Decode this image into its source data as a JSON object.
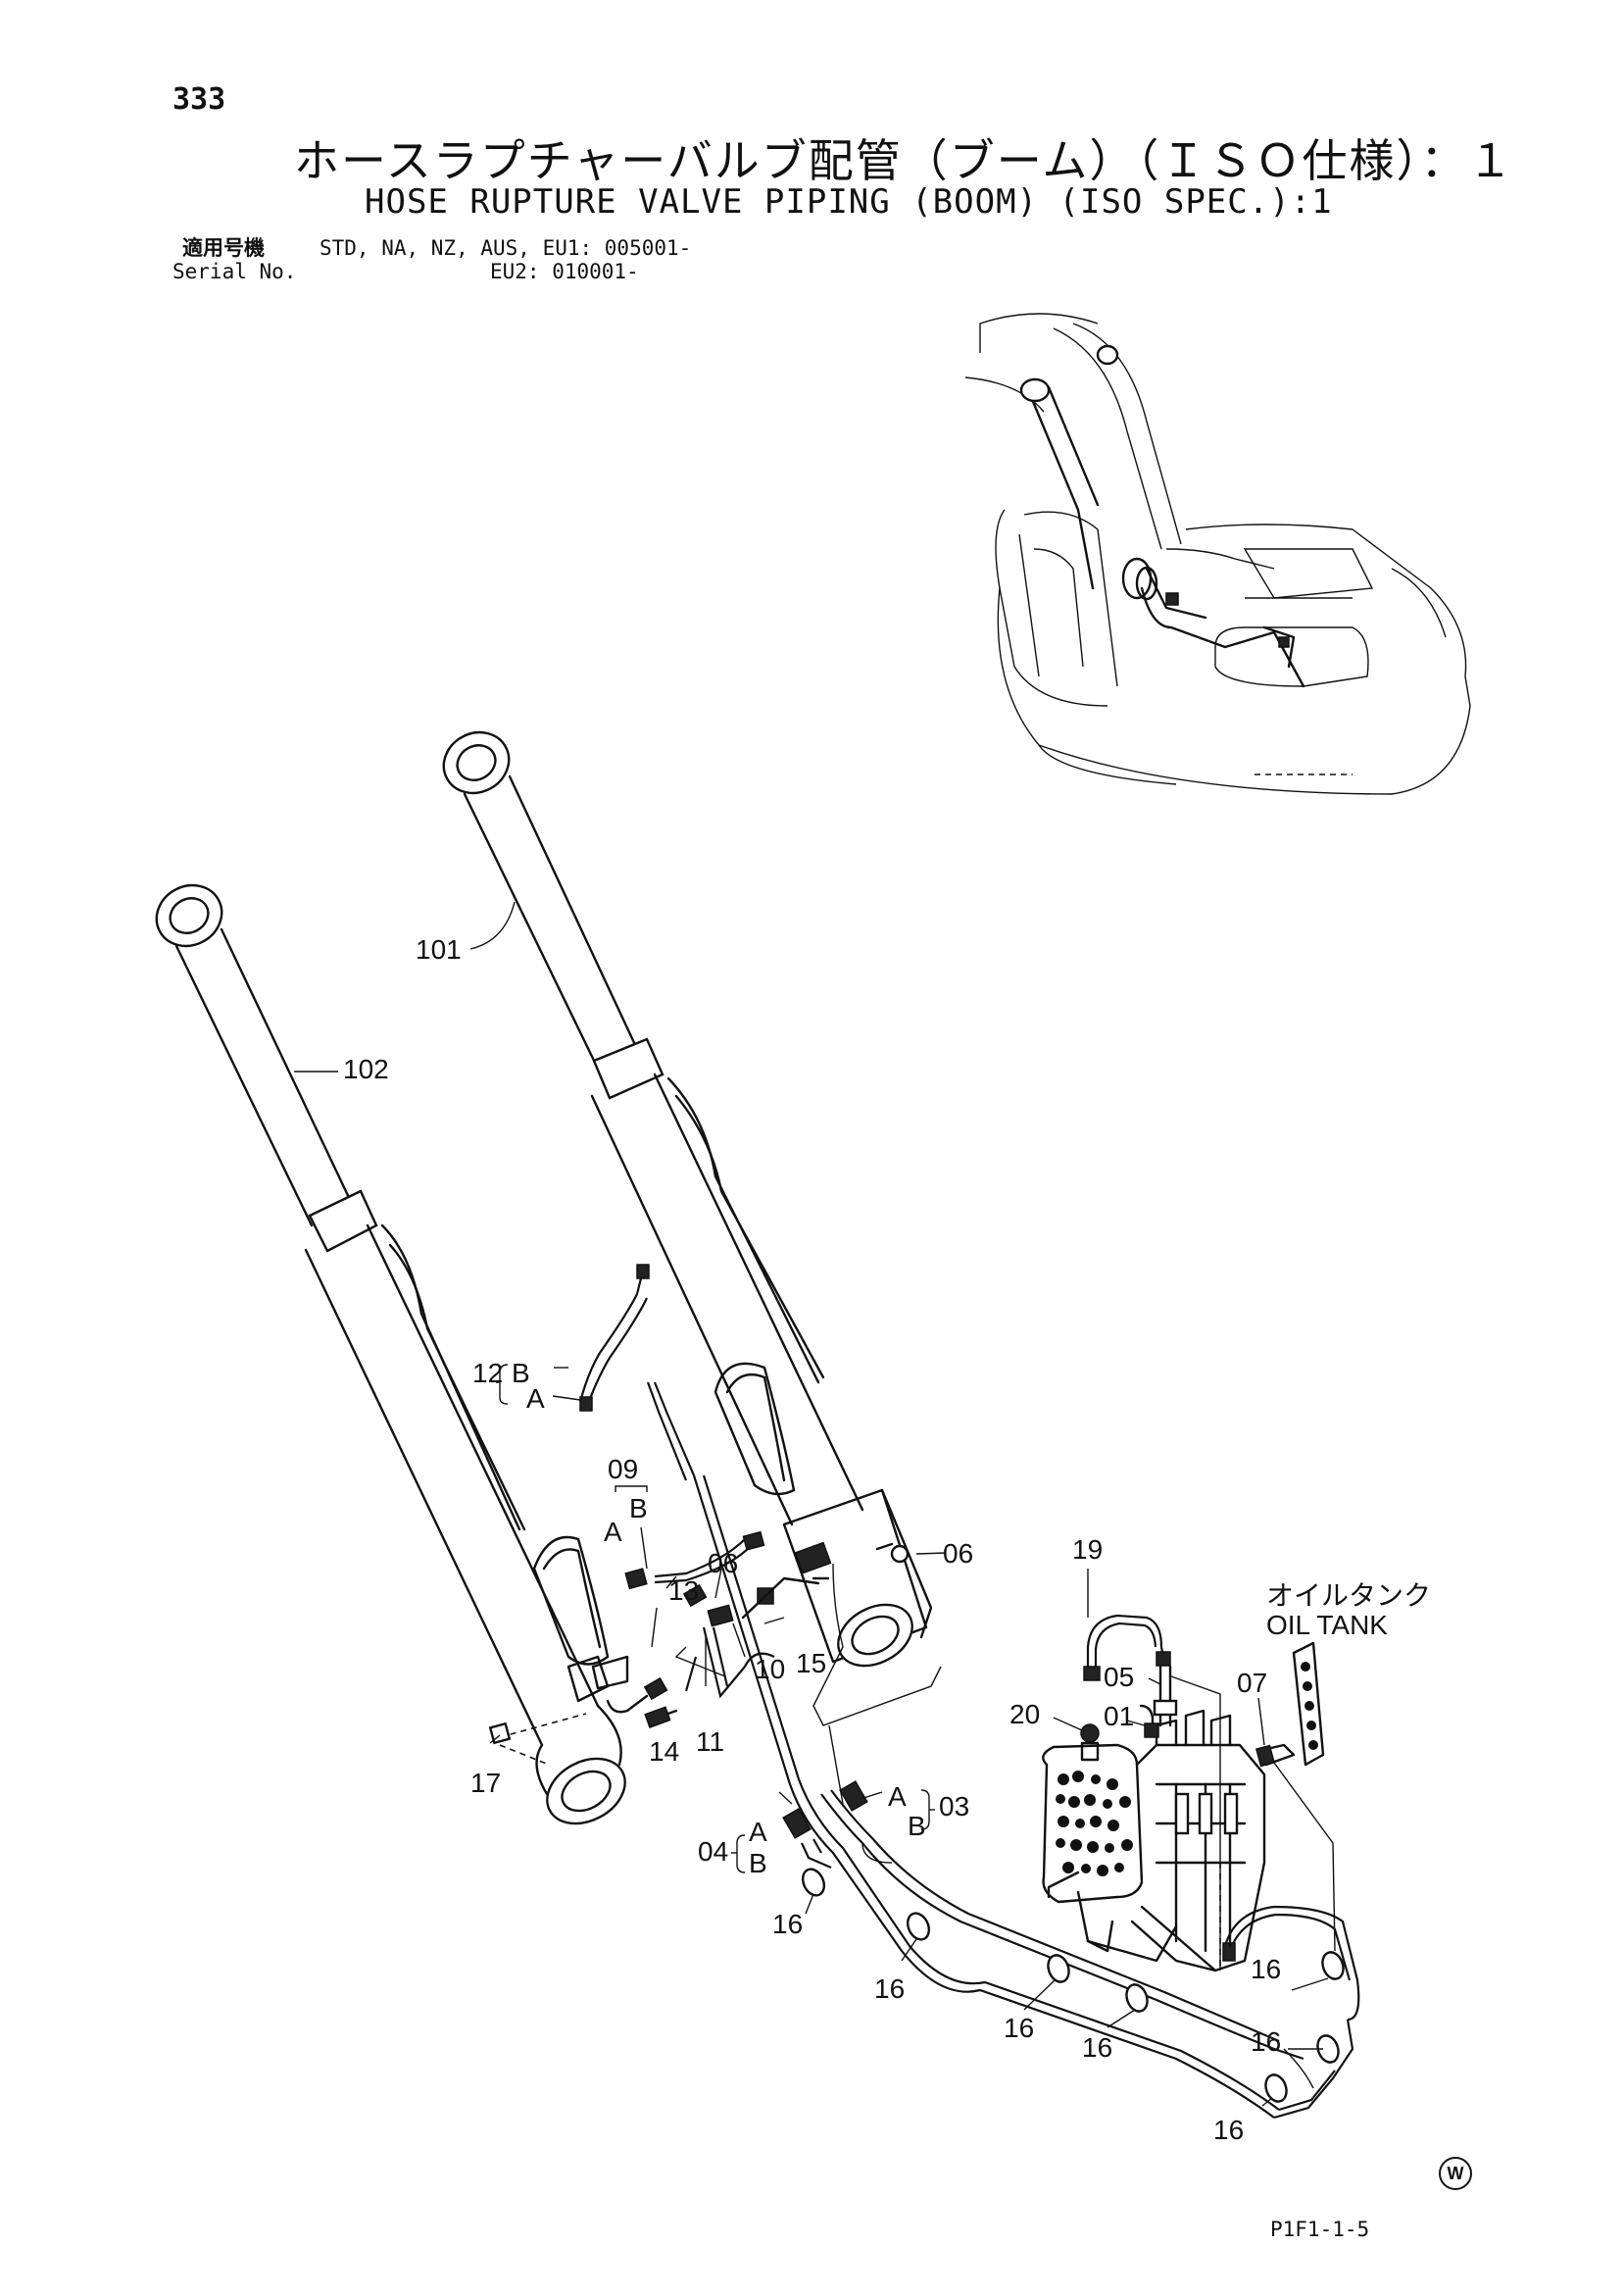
{
  "header": {
    "page_number": "333",
    "title_jp": "ホースラプチャーバルブ配管（ブーム）（ＩＳＯ仕様）：１",
    "title_en": "HOSE RUPTURE VALVE PIPING (BOOM) (ISO SPEC.):1",
    "serial_label_jp": "適用号機",
    "serial_label_en": "Serial No.",
    "serial_line_1": "STD, NA, NZ, AUS, EU1: 005001-",
    "serial_line_2": "EU2: 010001-"
  },
  "callouts": {
    "c101": "101",
    "c102": "102",
    "c12": "12",
    "c12a": "A",
    "c12b": "B",
    "c09": "09",
    "c09a": "A",
    "c09b": "B",
    "c06a": "06",
    "c06b": "06",
    "c13": "13",
    "c10": "10",
    "c15": "15",
    "c11": "11",
    "c14": "14",
    "c17": "17",
    "c19": "19",
    "c05": "05",
    "c20": "20",
    "c01": "01",
    "c07": "07",
    "c03": "03",
    "c03a": "A",
    "c03b": "B",
    "c04": "04",
    "c04a": "A",
    "c04b": "B",
    "c16_1": "16",
    "c16_2": "16",
    "c16_3": "16",
    "c16_4": "16",
    "c16_5": "16",
    "c16_6": "16",
    "c16_7": "16"
  },
  "oil_tank": {
    "label_jp": "オイルタンク",
    "label_en": "OIL TANK"
  },
  "footer": {
    "drawing_code": "P1F1-1-5",
    "w_mark": "W"
  }
}
